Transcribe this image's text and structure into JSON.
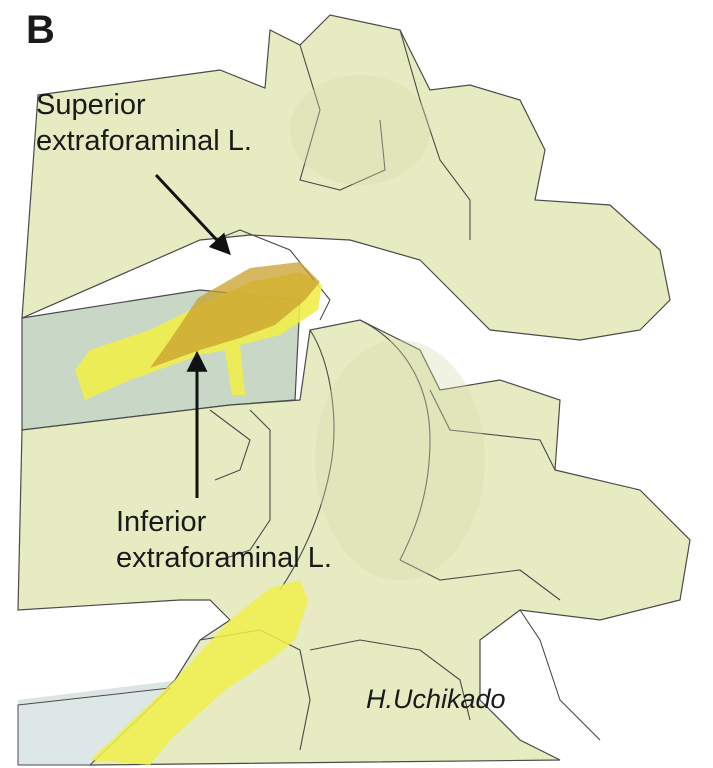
{
  "panel_letter": "B",
  "labels": {
    "superior": [
      "Superior",
      "extraforaminal L."
    ],
    "inferior": [
      "Inferior",
      "extraforaminal L."
    ]
  },
  "signature": "H.Uchikado",
  "colors": {
    "bone": "#e6ebc2",
    "bone_shadow": "#d3d9ad",
    "disc": "#c9d8c6",
    "ligament_yellow": "#f0ee4a",
    "ligament_dark": "#c9a02c",
    "outline": "#4a4a4a",
    "arrow": "#111111"
  }
}
